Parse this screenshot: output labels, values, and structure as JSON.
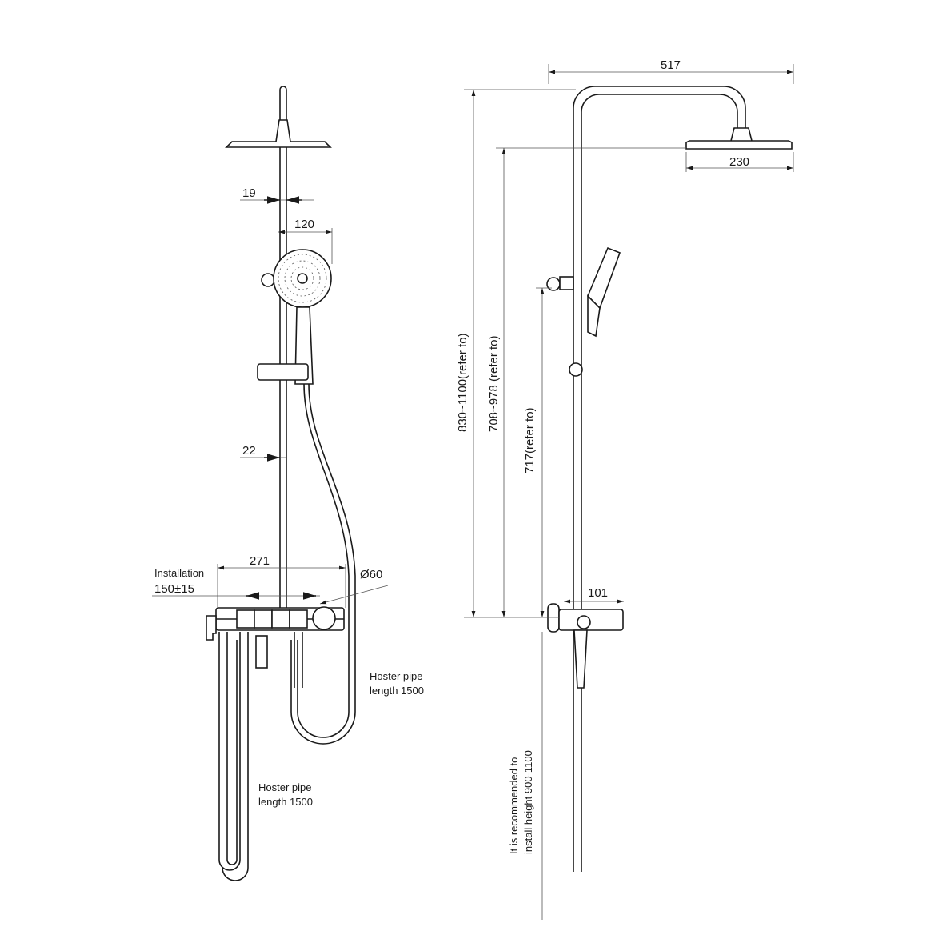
{
  "front_view": {
    "dim_top_pipe": "19",
    "dim_hand_shower": "120",
    "dim_riser": "22",
    "dim_width": "271",
    "installation_label": "Installation",
    "installation_value": "150±15",
    "dim_knob": "Ø60",
    "hose_right_line1": "Hoster pipe",
    "hose_right_line2": "length 1500",
    "hose_left_line1": "Hoster pipe",
    "hose_left_line2": "length 1500"
  },
  "side_view": {
    "dim_reach": "517",
    "dim_head": "230",
    "dim_total_height": "830~1100(refer to)",
    "dim_head_height": "708~978 (refer to)",
    "dim_bracket_height": "717(refer to)",
    "dim_valve_depth": "101",
    "note_line1": "It is recommended to",
    "note_line2": "install height 900-1100"
  }
}
